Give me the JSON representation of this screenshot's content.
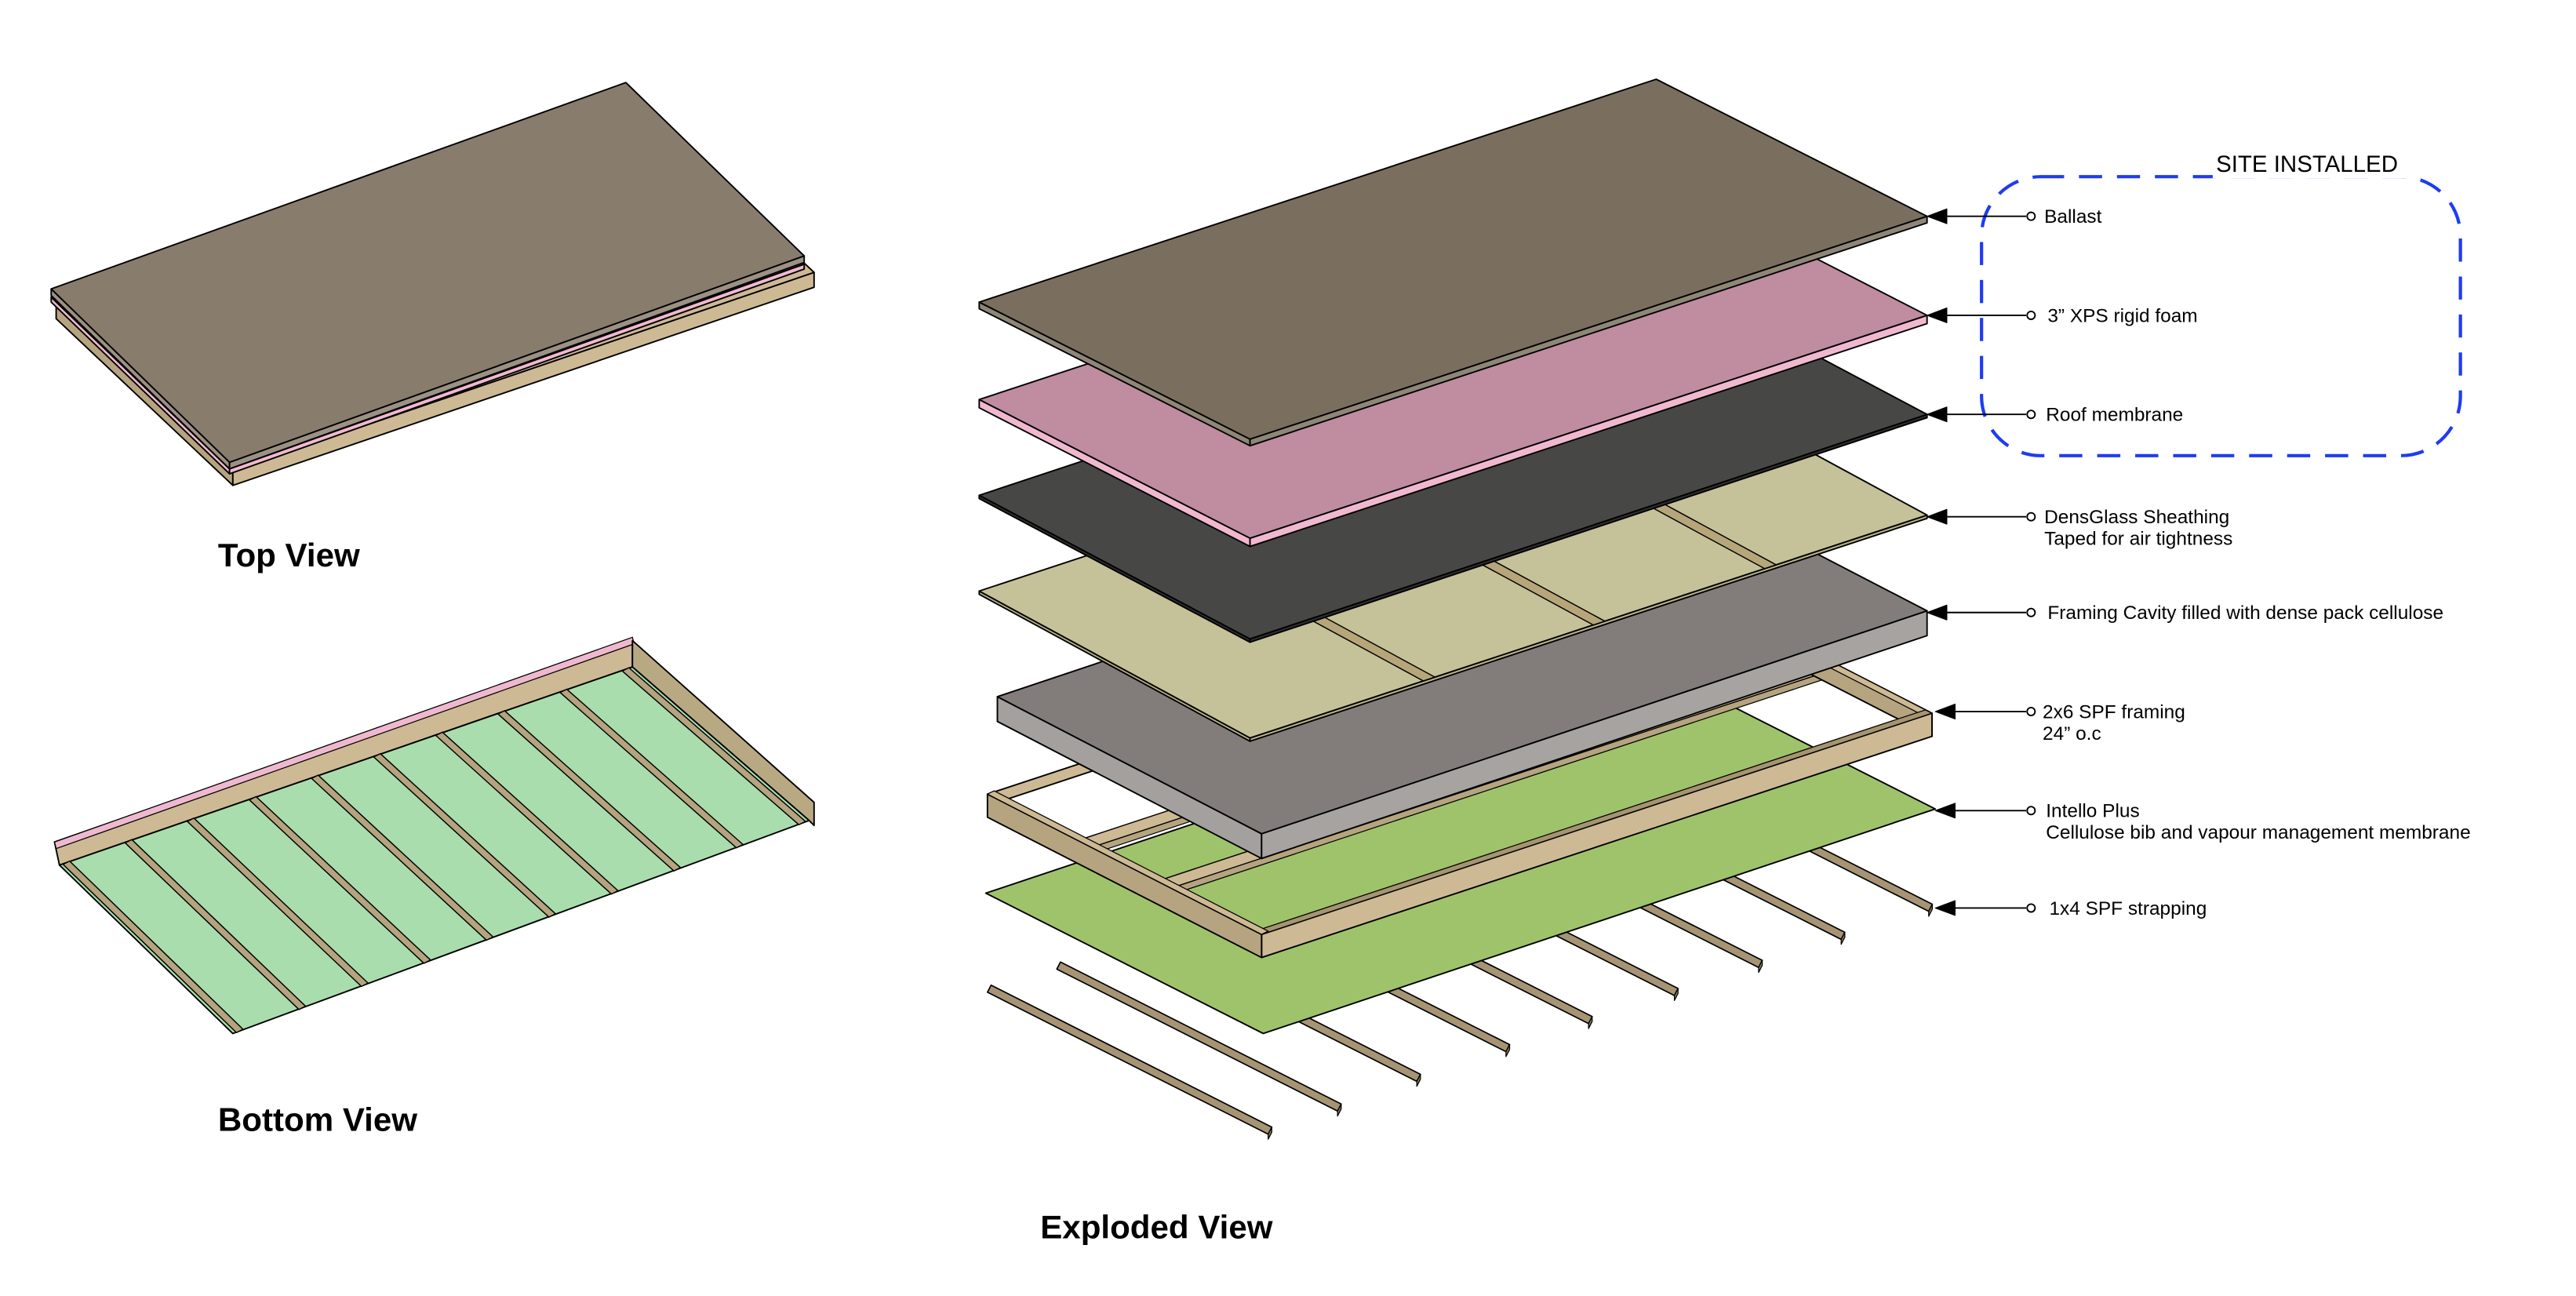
{
  "views": {
    "top": "Top View",
    "bottom": "Bottom View",
    "exploded": "Exploded View"
  },
  "site_installed": "SITE INSTALLED",
  "labels": [
    {
      "line1": "Ballast"
    },
    {
      "line1": "3” XPS rigid foam"
    },
    {
      "line1": "Roof membrane"
    },
    {
      "line1": "DensGlass Sheathing",
      "line2": "Taped for air tightness"
    },
    {
      "line1": "Framing Cavity filled with dense pack cellulose"
    },
    {
      "line1": "2x6 SPF framing",
      "line2": "24” o.c"
    },
    {
      "line1": "Intello Plus",
      "line2": "Cellulose bib and vapour management membrane"
    },
    {
      "line1": "1x4 SPF strapping"
    }
  ],
  "colors": {
    "ballast": "#7a6f5f",
    "ballast_top_view": "#887c6d",
    "xps": "#bf8ca0",
    "xps_edge": "#f0b8cf",
    "membrane": "#474746",
    "densglass": "#c5c199",
    "cellulose": "#827d7b",
    "cellulose_side": "#a4a09e",
    "framing": "#cdb994",
    "framing_dark": "#b5a47f",
    "intello": "#9fc36b",
    "bottom_membrane": "#a9ddad",
    "strapping": "#a69474",
    "site_box": "#1f3cf0"
  }
}
